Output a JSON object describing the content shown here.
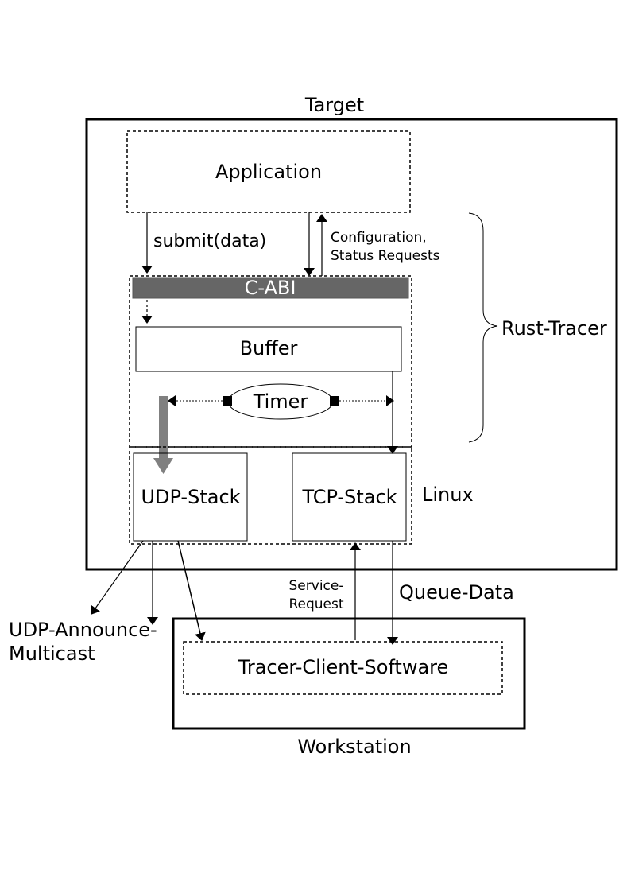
{
  "labels": {
    "target": "Target",
    "application": "Application",
    "submit": "submit(data)",
    "config_line1": "Configuration,",
    "config_line2": "Status Requests",
    "cabi": "C-ABI",
    "buffer": "Buffer",
    "timer": "Timer",
    "rust_tracer": "Rust-Tracer",
    "udp_stack": "UDP-Stack",
    "tcp_stack": "TCP-Stack",
    "linux": "Linux",
    "service_line1": "Service-",
    "service_line2": "Request",
    "queue_data": "Queue-Data",
    "udp_announce_line1": "UDP-Announce-",
    "udp_announce_line2": "Multicast",
    "tracer_client": "Tracer-Client-Software",
    "workstation": "Workstation"
  },
  "colors": {
    "cabi_bar": "#666666",
    "udp_arrow": "#808080",
    "stroke": "#000000"
  }
}
